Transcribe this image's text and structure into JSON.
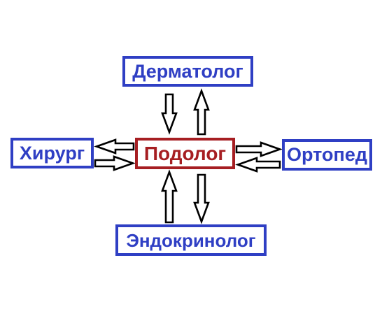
{
  "diagram": {
    "center": "Подолог",
    "top": "Дерматолог",
    "left": "Хирург",
    "right": "Ортопед",
    "bottom": "Эндокринолог"
  },
  "colors": {
    "center": "#a61e22",
    "satellite": "#2f3fc4",
    "arrow_outline": "#000000"
  },
  "connections": [
    {
      "node": "top",
      "arrows": [
        "to-center",
        "from-center"
      ]
    },
    {
      "node": "left",
      "arrows": [
        "from-center",
        "to-center"
      ]
    },
    {
      "node": "right",
      "arrows": [
        "from-center",
        "to-center"
      ]
    },
    {
      "node": "bottom",
      "arrows": [
        "to-center",
        "from-center"
      ]
    }
  ]
}
